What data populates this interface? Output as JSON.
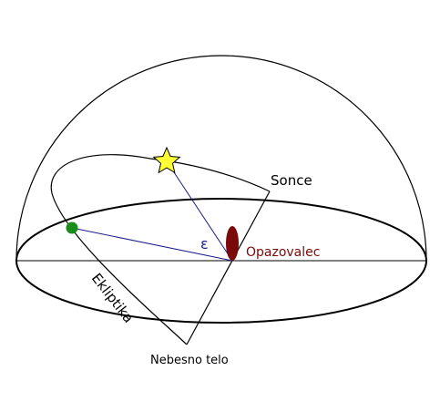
{
  "labels": {
    "sun": "Sonce",
    "observer": "Opazovalec",
    "ecliptic": "Ekliptika",
    "celestial_body": "Nebesno telo",
    "angle": "ε"
  },
  "colors": {
    "outline": "#000000",
    "angle_lines": "#1a1a8c",
    "star_fill": "#ffff33",
    "body_point": "#1a8c1a",
    "observer": "#7a0a0a"
  },
  "icons": {
    "sun_marker": "star-icon",
    "body_marker": "dot-icon",
    "observer_marker": "ellipse-icon"
  }
}
